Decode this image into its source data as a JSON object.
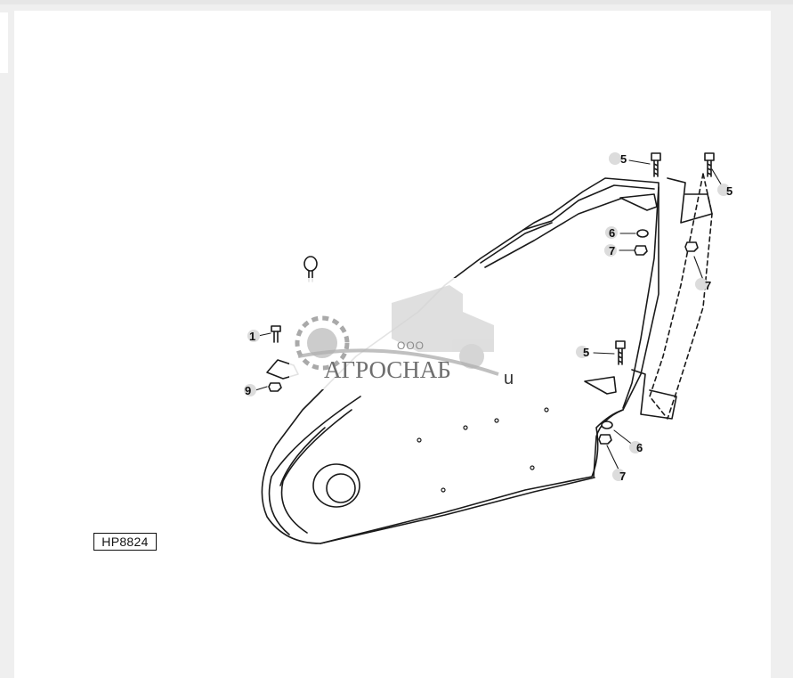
{
  "figure_id": "HP8824",
  "watermark": {
    "abbr": "ООО",
    "name": "АГРОСНАБ",
    "tail": "u"
  },
  "callouts": {
    "c5_top": "5",
    "c5_right": "5",
    "c6_top": "6",
    "c7_top": "7",
    "c7_right": "7",
    "c5_mid": "5",
    "c6_low": "6",
    "c7_low": "7",
    "c1": "1",
    "c9": "9"
  },
  "colors": {
    "line": "#1a1a1a",
    "callout_dot": "#dcdcdc",
    "watermark": "#9a9a9a"
  }
}
